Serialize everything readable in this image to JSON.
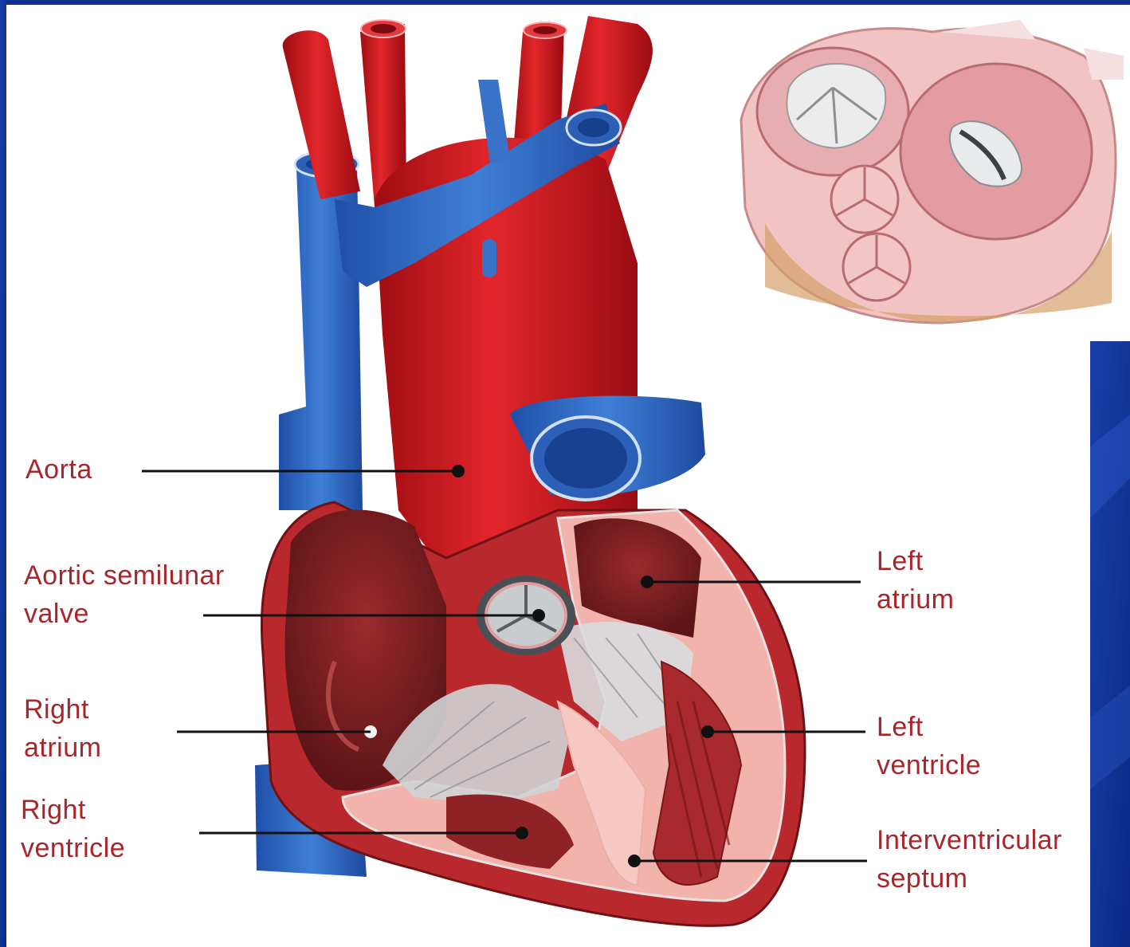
{
  "colors": {
    "label_text": "#a8262b",
    "frame_blue": "#1237a0",
    "vessel_red": "#c4151c",
    "vessel_blue": "#2f68c4",
    "chamber_dark": "#7a1f22",
    "myocardium": "#f4b9b0",
    "valve_grey": "#c9c9c9"
  },
  "labels": {
    "aorta": {
      "line1": "Aorta"
    },
    "aortic_valve": {
      "line1": "Aortic semilunar",
      "line2": "valve"
    },
    "right_atrium": {
      "line1": "Right",
      "line2": "atrium"
    },
    "right_ventricle": {
      "line1": "Right",
      "line2": "ventricle"
    },
    "left_atrium": {
      "line1": "Left",
      "line2": "atrium"
    },
    "left_ventricle": {
      "line1": "Left",
      "line2": "ventricle"
    },
    "septum": {
      "line1": "Interventricular",
      "line2": "septum"
    }
  }
}
